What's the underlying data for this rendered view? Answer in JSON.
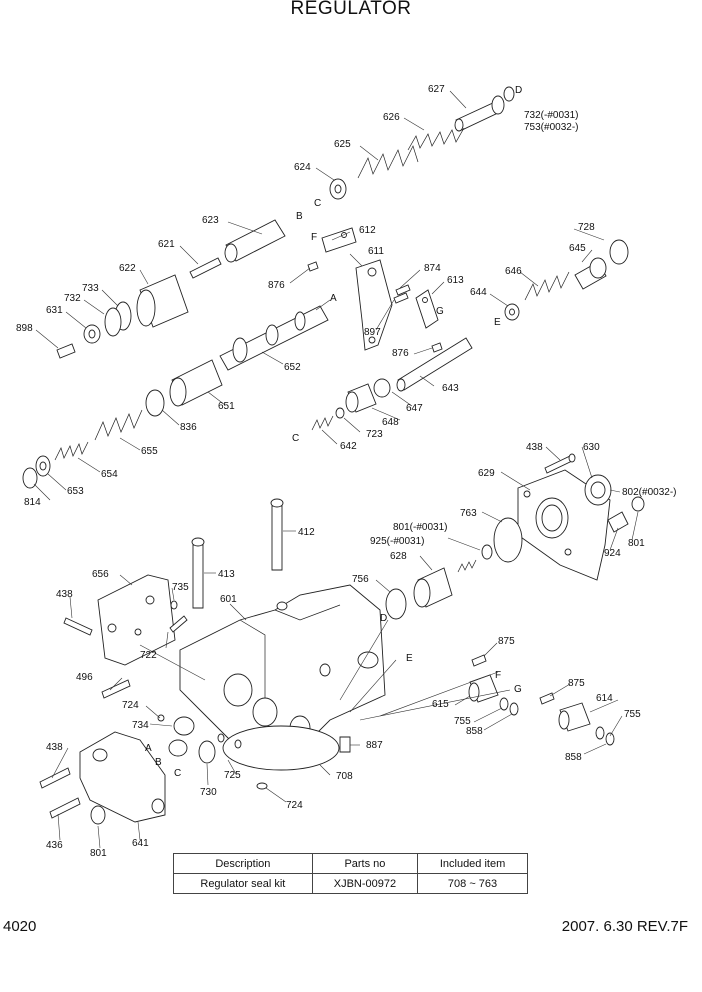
{
  "title": "REGULATOR",
  "part_labels": [
    {
      "id": "627",
      "text": "627"
    },
    {
      "id": "D1",
      "text": "D"
    },
    {
      "id": "732",
      "text": "732(-#0031)"
    },
    {
      "id": "753",
      "text": "753(#0032-)"
    },
    {
      "id": "626",
      "text": "626"
    },
    {
      "id": "625",
      "text": "625"
    },
    {
      "id": "624",
      "text": "624"
    },
    {
      "id": "C1",
      "text": "C"
    },
    {
      "id": "623",
      "text": "623"
    },
    {
      "id": "B1",
      "text": "B"
    },
    {
      "id": "F1",
      "text": "F"
    },
    {
      "id": "612",
      "text": "612"
    },
    {
      "id": "611",
      "text": "611"
    },
    {
      "id": "621",
      "text": "621"
    },
    {
      "id": "876a",
      "text": "876"
    },
    {
      "id": "874",
      "text": "874"
    },
    {
      "id": "613",
      "text": "613"
    },
    {
      "id": "728",
      "text": "728"
    },
    {
      "id": "645",
      "text": "645"
    },
    {
      "id": "646",
      "text": "646"
    },
    {
      "id": "622",
      "text": "622"
    },
    {
      "id": "733",
      "text": "733"
    },
    {
      "id": "732b",
      "text": "732"
    },
    {
      "id": "631",
      "text": "631"
    },
    {
      "id": "898",
      "text": "898"
    },
    {
      "id": "A1",
      "text": "A"
    },
    {
      "id": "G1",
      "text": "G"
    },
    {
      "id": "897",
      "text": "897"
    },
    {
      "id": "644",
      "text": "644"
    },
    {
      "id": "E1",
      "text": "E"
    },
    {
      "id": "876b",
      "text": "876"
    },
    {
      "id": "652",
      "text": "652"
    },
    {
      "id": "643",
      "text": "643"
    },
    {
      "id": "651",
      "text": "651"
    },
    {
      "id": "647",
      "text": "647"
    },
    {
      "id": "648",
      "text": "648"
    },
    {
      "id": "723",
      "text": "723"
    },
    {
      "id": "C2",
      "text": "C"
    },
    {
      "id": "642",
      "text": "642"
    },
    {
      "id": "836",
      "text": "836"
    },
    {
      "id": "655",
      "text": "655"
    },
    {
      "id": "654",
      "text": "654"
    },
    {
      "id": "653",
      "text": "653"
    },
    {
      "id": "814",
      "text": "814"
    },
    {
      "id": "438a",
      "text": "438"
    },
    {
      "id": "630",
      "text": "630"
    },
    {
      "id": "629",
      "text": "629"
    },
    {
      "id": "802",
      "text": "802(#0032-)"
    },
    {
      "id": "763",
      "text": "763"
    },
    {
      "id": "801a",
      "text": "801(-#0031)"
    },
    {
      "id": "925",
      "text": "925(-#0031)"
    },
    {
      "id": "924",
      "text": "924"
    },
    {
      "id": "801b",
      "text": "801"
    },
    {
      "id": "412",
      "text": "412"
    },
    {
      "id": "628",
      "text": "628"
    },
    {
      "id": "413",
      "text": "413"
    },
    {
      "id": "656",
      "text": "656"
    },
    {
      "id": "735",
      "text": "735"
    },
    {
      "id": "756",
      "text": "756"
    },
    {
      "id": "438b",
      "text": "438"
    },
    {
      "id": "601",
      "text": "601"
    },
    {
      "id": "D2",
      "text": "D"
    },
    {
      "id": "722",
      "text": "722"
    },
    {
      "id": "E2",
      "text": "E"
    },
    {
      "id": "875a",
      "text": "875"
    },
    {
      "id": "F2",
      "text": "F"
    },
    {
      "id": "496",
      "text": "496"
    },
    {
      "id": "875b",
      "text": "875"
    },
    {
      "id": "G2",
      "text": "G"
    },
    {
      "id": "614",
      "text": "614"
    },
    {
      "id": "615",
      "text": "615"
    },
    {
      "id": "755a",
      "text": "755"
    },
    {
      "id": "755b",
      "text": "755"
    },
    {
      "id": "724a",
      "text": "724"
    },
    {
      "id": "858a",
      "text": "858"
    },
    {
      "id": "734",
      "text": "734"
    },
    {
      "id": "887",
      "text": "887"
    },
    {
      "id": "438c",
      "text": "438"
    },
    {
      "id": "A2",
      "text": "A"
    },
    {
      "id": "B2",
      "text": "B"
    },
    {
      "id": "C3",
      "text": "C"
    },
    {
      "id": "725",
      "text": "725"
    },
    {
      "id": "708",
      "text": "708"
    },
    {
      "id": "858b",
      "text": "858"
    },
    {
      "id": "730",
      "text": "730"
    },
    {
      "id": "724b",
      "text": "724"
    },
    {
      "id": "436",
      "text": "436"
    },
    {
      "id": "801c",
      "text": "801"
    },
    {
      "id": "641",
      "text": "641"
    }
  ],
  "table": {
    "headers": [
      "Description",
      "Parts no",
      "Included item"
    ],
    "rows": [
      [
        "Regulator seal kit",
        "XJBN-00972",
        "708 ~ 763"
      ]
    ]
  },
  "footer": {
    "page": "4020",
    "revision": "2007. 6.30  REV.7F"
  }
}
